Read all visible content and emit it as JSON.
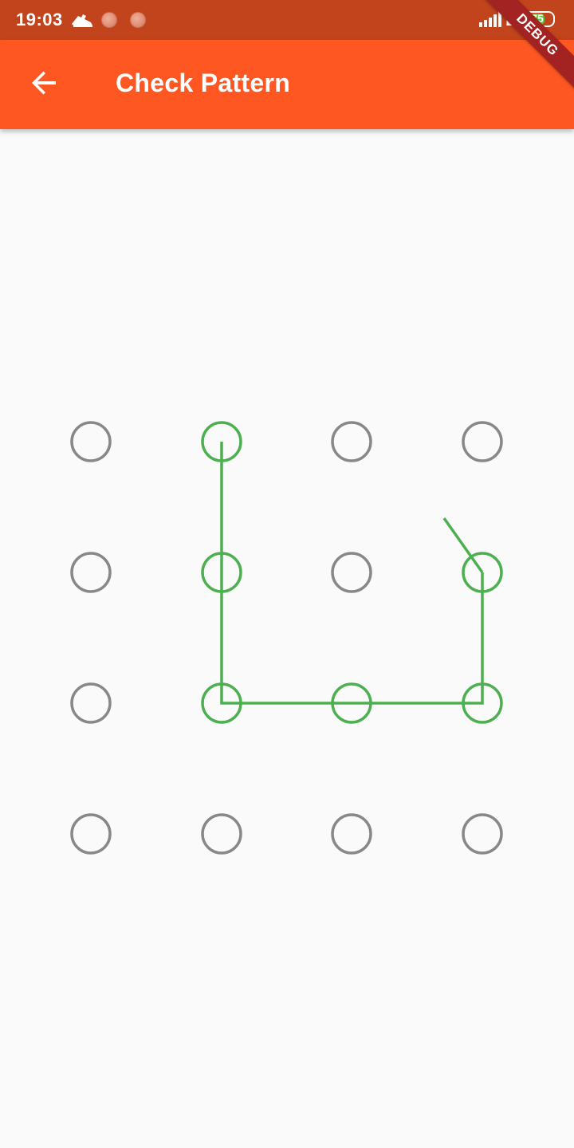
{
  "status_bar": {
    "time": "19:03",
    "network": "E",
    "battery_level": "75",
    "battery_fraction": 0.75,
    "icons": [
      "running-shoe-icon",
      "notification-dot-icon",
      "notification-dot-icon",
      "signal-strength-icon",
      "battery-icon"
    ]
  },
  "app_bar": {
    "title": "Check Pattern",
    "back_icon": "arrow-back-icon",
    "background_color": "#ff5722"
  },
  "debug_banner": {
    "label": "DEBUG"
  },
  "pattern": {
    "rows": 4,
    "columns": 4,
    "inactive_color": "#888888",
    "active_color": "#4caf50",
    "selected_sequence": [
      [
        0,
        1
      ],
      [
        1,
        1
      ],
      [
        2,
        1
      ],
      [
        2,
        2
      ],
      [
        2,
        3
      ],
      [
        1,
        3
      ]
    ],
    "trailing_line_direction": "up-left"
  }
}
